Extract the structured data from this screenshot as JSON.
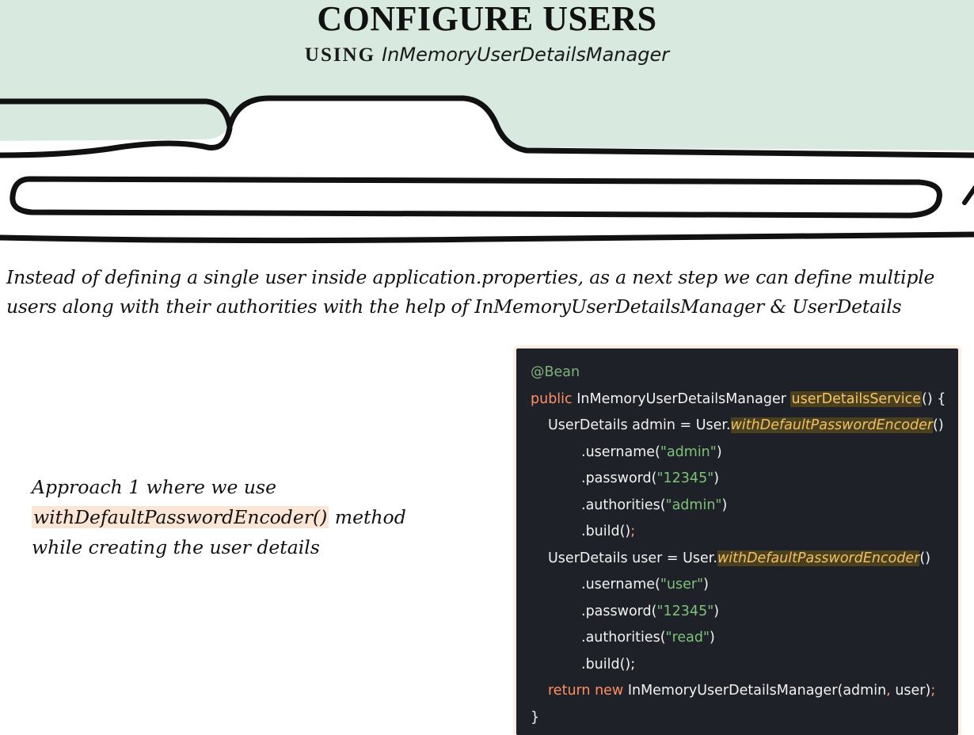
{
  "header": {
    "title": "CONFIGURE USERS",
    "subtitle_prefix": "USING",
    "subtitle_class": "InMemoryUserDetailsManager",
    "background_color": "#d8eadf"
  },
  "intro": {
    "line1": "Instead of  defining a single user inside application.properties, as a next step we can define multiple",
    "line2": "users along with their authorities with the help of  InMemoryUserDetailsManager & UserDetails"
  },
  "approach": {
    "line1": "Approach 1 where we use",
    "highlight": "withDefaultPasswordEncoder()",
    "after_highlight": " method",
    "line3": "while creating the user details"
  },
  "code": {
    "annotation": "@Bean",
    "l2_kw": "public",
    "l2_type": " InMemoryUserDetailsManager ",
    "l2_method": "userDetailsService",
    "l2_end": "() {",
    "l3_a": "UserDetails admin = User.",
    "l3_method": "withDefaultPasswordEncoder",
    "l3_end": "()",
    "l4_a": ".username(",
    "l4_s": "\"admin\"",
    "l4_e": ")",
    "l5_a": ".password(",
    "l5_s": "\"12345\"",
    "l5_e": ")",
    "l6_a": ".authorities(",
    "l6_s": "\"admin\"",
    "l6_e": ")",
    "l7_a": ".build()",
    "l7_e": ";",
    "l8_a": "UserDetails user = User.",
    "l8_method": "withDefaultPasswordEncoder",
    "l8_end": "()",
    "l9_a": ".username(",
    "l9_s": "\"user\"",
    "l9_e": ")",
    "l10_a": ".password(",
    "l10_s": "\"12345\"",
    "l10_e": ")",
    "l11_a": ".authorities(",
    "l11_s": "\"read\"",
    "l11_e": ")",
    "l12_a": ".build();",
    "l13_kw": "return new",
    "l13_a": " InMemoryUserDetailsManager(admin",
    "l13_c": ",",
    "l13_b": " user)",
    "l13_e": ";",
    "l14": "}"
  }
}
